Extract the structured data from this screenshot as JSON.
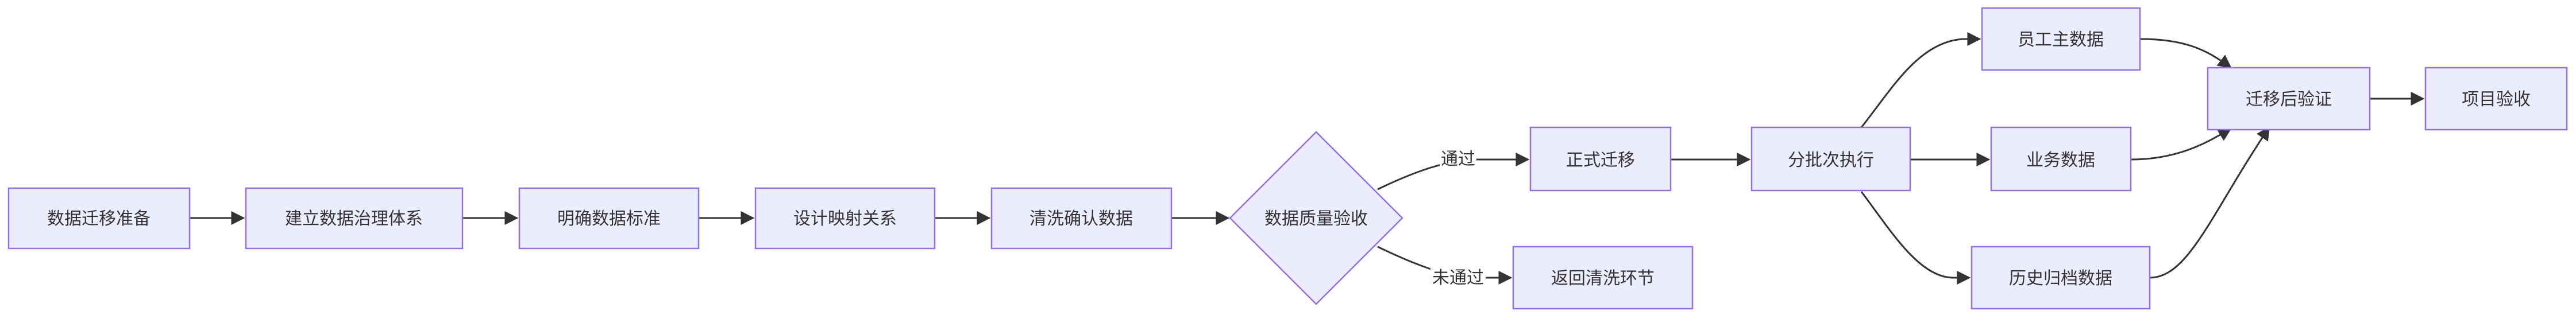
{
  "nodes": {
    "prep": "数据迁移准备",
    "gov": "建立数据治理体系",
    "std": "明确数据标准",
    "map": "设计映射关系",
    "clean": "清洗确认数据",
    "qa": "数据质量验收",
    "migrate": "正式迁移",
    "back": "返回清洗环节",
    "batch": "分批次执行",
    "emp": "员工主数据",
    "biz": "业务数据",
    "hist": "历史归档数据",
    "verify": "迁移后验证",
    "accept": "项目验收"
  },
  "edges": {
    "pass": "通过",
    "fail": "未通过"
  },
  "colors": {
    "node_fill": "#ECECFF",
    "node_stroke": "#9370DB",
    "edge": "#333333",
    "text": "#333333"
  }
}
